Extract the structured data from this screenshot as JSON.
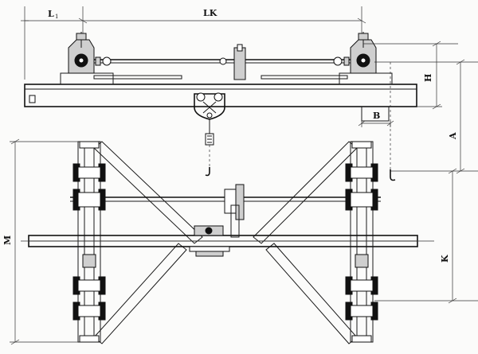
{
  "labels": {
    "l1": "L",
    "l1_sub": "1",
    "lk": "LK",
    "h": "H",
    "b": "B",
    "a": "A",
    "m": "M",
    "k": "K"
  },
  "colors": {
    "line": "#111111",
    "background": "#fbfbfa",
    "shading": "#cfcfcf"
  }
}
